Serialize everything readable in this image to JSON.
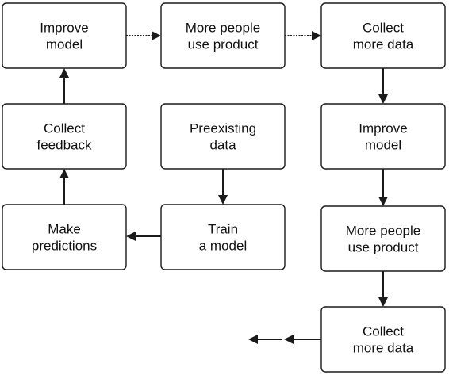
{
  "nodes": [
    {
      "id": "improve-model-1",
      "lines": [
        "Improve",
        "model"
      ]
    },
    {
      "id": "more-people-1",
      "lines": [
        "More people",
        "use product"
      ]
    },
    {
      "id": "collect-data-1",
      "lines": [
        "Collect",
        "more data"
      ]
    },
    {
      "id": "collect-feedback",
      "lines": [
        "Collect",
        "feedback"
      ]
    },
    {
      "id": "preexisting-data",
      "lines": [
        "Preexisting",
        "data"
      ]
    },
    {
      "id": "improve-model-2",
      "lines": [
        "Improve",
        "model"
      ]
    },
    {
      "id": "make-predictions",
      "lines": [
        "Make",
        "predictions"
      ]
    },
    {
      "id": "train-model",
      "lines": [
        "Train",
        "a model"
      ]
    },
    {
      "id": "more-people-2",
      "lines": [
        "More people",
        "use product"
      ]
    },
    {
      "id": "collect-data-2",
      "lines": [
        "Collect",
        "more data"
      ]
    }
  ],
  "edges": [
    {
      "from": "improve-model-1",
      "to": "more-people-1"
    },
    {
      "from": "more-people-1",
      "to": "collect-data-1"
    },
    {
      "from": "collect-data-1",
      "to": "improve-model-2"
    },
    {
      "from": "collect-feedback",
      "to": "improve-model-1"
    },
    {
      "from": "preexisting-data",
      "to": "train-model"
    },
    {
      "from": "improve-model-2",
      "to": "more-people-2"
    },
    {
      "from": "make-predictions",
      "to": "collect-feedback"
    },
    {
      "from": "train-model",
      "to": "make-predictions"
    },
    {
      "from": "more-people-2",
      "to": "collect-data-2"
    },
    {
      "from": "collect-data-2",
      "to": "continuation"
    }
  ]
}
